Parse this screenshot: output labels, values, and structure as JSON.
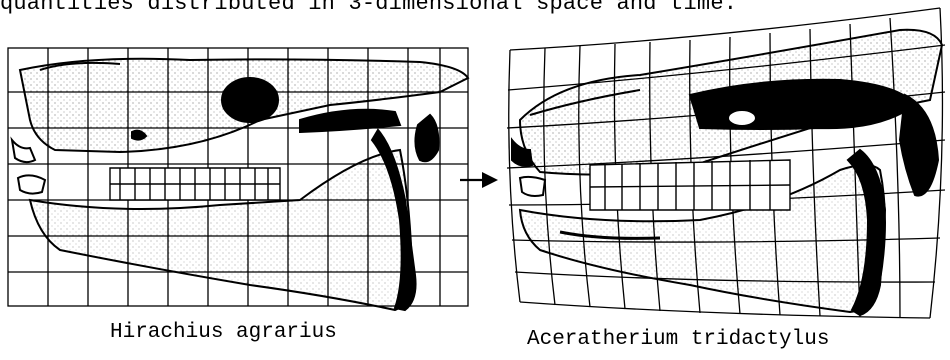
{
  "caption": {
    "partial_text": "quantities distributed in 3-dimensional space and time."
  },
  "panels": [
    {
      "id": "left",
      "species_label": "Hirachius agrarius"
    },
    {
      "id": "right",
      "species_label": "Aceratherium tridactylus"
    }
  ],
  "arrow": {
    "direction": "right"
  },
  "colors": {
    "ink": "#000000",
    "paper": "#ffffff"
  }
}
